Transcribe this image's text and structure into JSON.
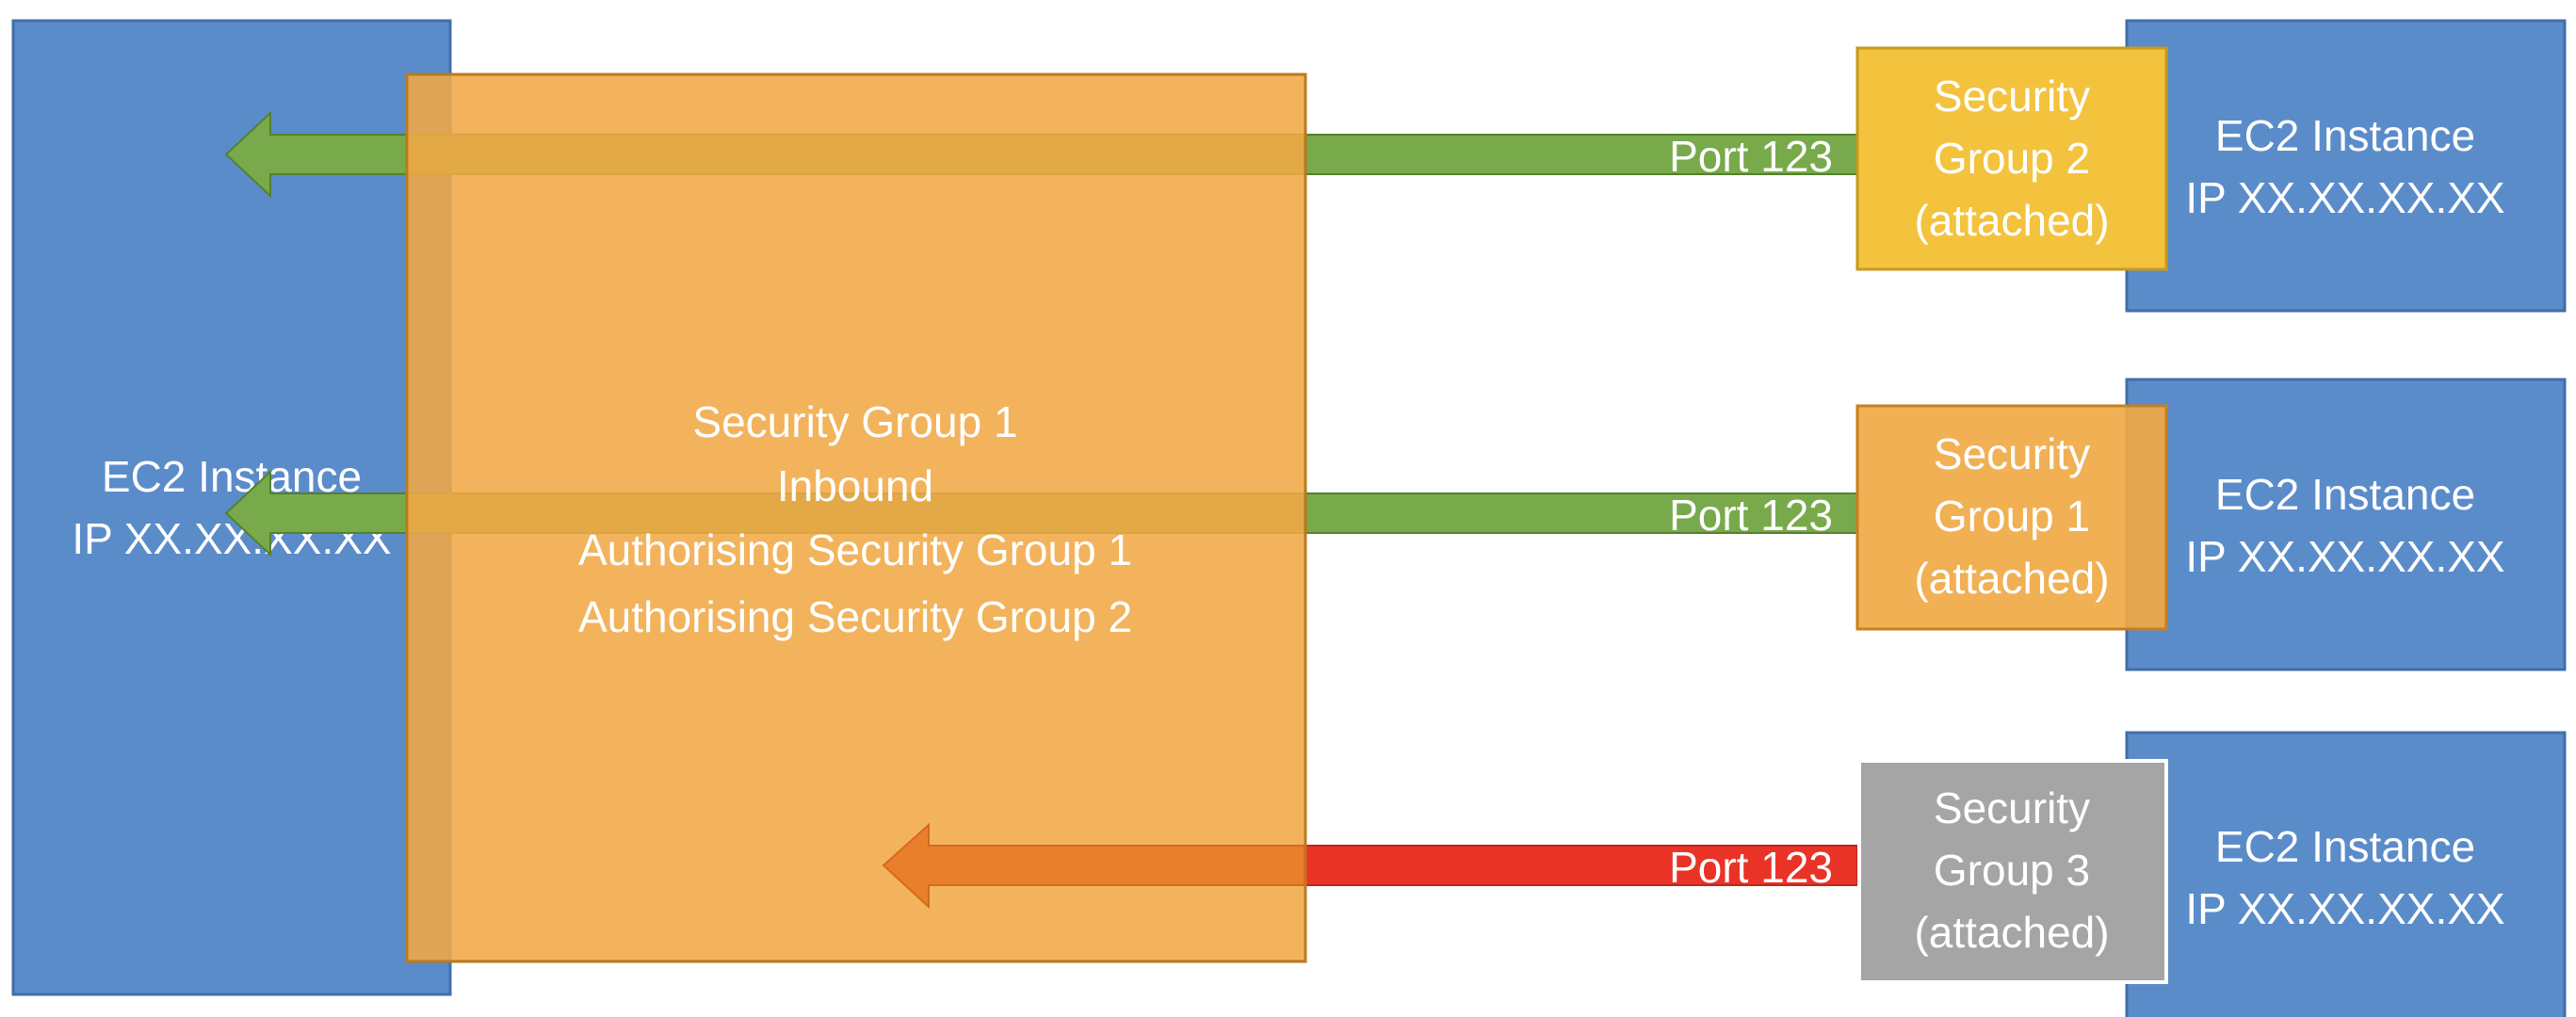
{
  "colors": {
    "instance_fill": "#5B8CCA",
    "instance_stroke": "#3F6FA8",
    "sg_orange_fill": "#F0A945",
    "sg_orange_stroke": "#C77F1E",
    "sg_yellow_fill": "#F3C33E",
    "sg_yellow_stroke": "#C79A1E",
    "sg_gray_fill": "#A5A5A5",
    "sg_gray_stroke": "#FFFFFF",
    "arrow_allowed": "#78A94B",
    "arrow_allowed_stroke": "#55802E",
    "arrow_blocked_line": "#EA3327",
    "arrow_blocked_head": "#E97F2A"
  },
  "left_instance": {
    "lines": [
      "EC2 Instance",
      "IP XX.XX.XX.XX"
    ]
  },
  "main_security_group": {
    "lines": [
      "Security Group 1",
      "Inbound",
      "Authorising Security Group 1",
      "Authorising Security Group 2"
    ]
  },
  "right_instances": [
    {
      "lines": [
        "EC2 Instance",
        "IP XX.XX.XX.XX"
      ],
      "security_group": {
        "lines": [
          "Security",
          "Group 2",
          "(attached)"
        ],
        "color": "yellow"
      },
      "connection": {
        "label": "Port 123",
        "allowed": true
      }
    },
    {
      "lines": [
        "EC2 Instance",
        "IP XX.XX.XX.XX"
      ],
      "security_group": {
        "lines": [
          "Security",
          "Group 1",
          "(attached)"
        ],
        "color": "orange"
      },
      "connection": {
        "label": "Port 123",
        "allowed": true
      }
    },
    {
      "lines": [
        "EC2 Instance",
        "IP XX.XX.XX.XX"
      ],
      "security_group": {
        "lines": [
          "Security",
          "Group 3",
          "(attached)"
        ],
        "color": "gray"
      },
      "connection": {
        "label": "Port 123",
        "allowed": false
      }
    }
  ]
}
